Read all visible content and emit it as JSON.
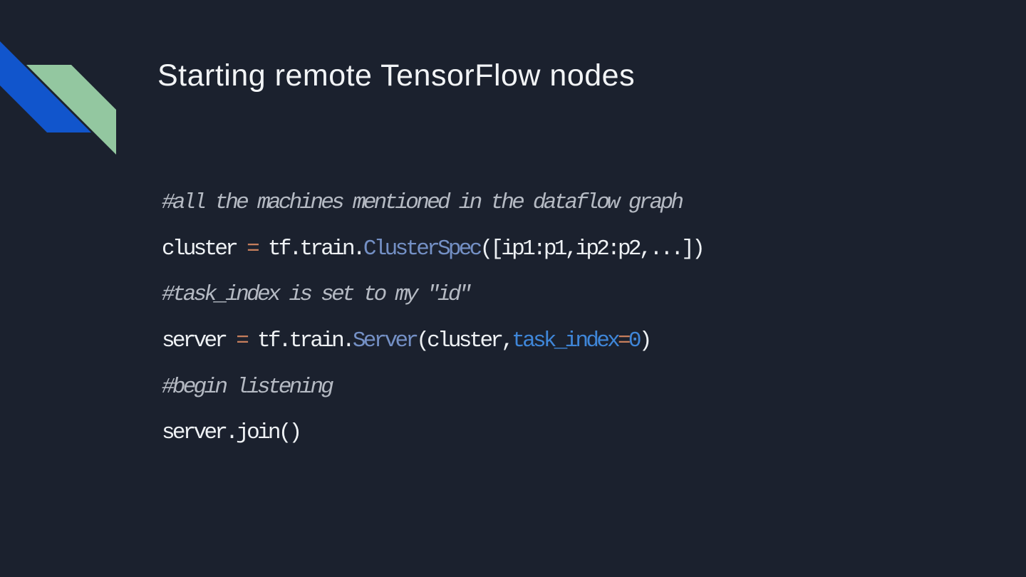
{
  "theme": {
    "background": "#1b212e",
    "ribbon_blue": "#1155cc",
    "ribbon_green": "#93c7a0",
    "title_color": "#f2f4f6",
    "code_plain": "#eef1f4",
    "code_comment": "#b5bac3",
    "code_operator": "#c77f5c",
    "code_classname": "#7490c5",
    "code_keyword_arg": "#3f86d8",
    "code_number": "#3f86d8"
  },
  "slide": {
    "title": "Starting remote TensorFlow nodes",
    "code": {
      "lines": [
        {
          "tokens": [
            {
              "text": "#all the machines mentioned in the dataflow graph",
              "style": "comment"
            }
          ]
        },
        {
          "tokens": [
            {
              "text": "cluster ",
              "style": "plain"
            },
            {
              "text": "=",
              "style": "operator"
            },
            {
              "text": " tf.train.",
              "style": "plain"
            },
            {
              "text": "ClusterSpec",
              "style": "classname"
            },
            {
              "text": "([ip1:p1,ip2:p2,...])",
              "style": "plain"
            }
          ]
        },
        {
          "tokens": [
            {
              "text": "#task_index is set to my \"id\"",
              "style": "comment"
            }
          ]
        },
        {
          "tokens": [
            {
              "text": "server ",
              "style": "plain"
            },
            {
              "text": "=",
              "style": "operator"
            },
            {
              "text": " tf.train.",
              "style": "plain"
            },
            {
              "text": "Server",
              "style": "classname"
            },
            {
              "text": "(cluster,",
              "style": "plain"
            },
            {
              "text": "task_index",
              "style": "keyword_arg"
            },
            {
              "text": "=",
              "style": "operator"
            },
            {
              "text": "0",
              "style": "number"
            },
            {
              "text": ")",
              "style": "plain"
            }
          ]
        },
        {
          "tokens": [
            {
              "text": "#begin listening",
              "style": "comment"
            }
          ]
        },
        {
          "tokens": [
            {
              "text": "server.join()",
              "style": "plain"
            }
          ]
        }
      ]
    }
  }
}
